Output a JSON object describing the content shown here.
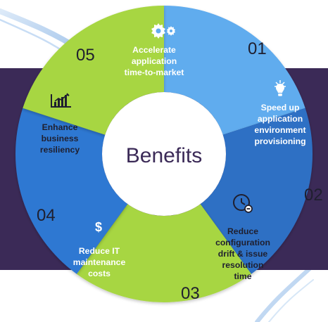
{
  "center": {
    "title": "Benefits"
  },
  "segments": [
    {
      "number": "01",
      "icon": "gears-icon",
      "lines": [
        "Accelerate",
        "application",
        "time-to-market"
      ],
      "color": "#61acee"
    },
    {
      "number": "02",
      "icon": "lightbulb-icon",
      "lines": [
        "Speed up",
        "application",
        "environment",
        "provisioning"
      ],
      "color": "#2e6fc4"
    },
    {
      "number": "03",
      "icon": "clock-icon",
      "lines": [
        "Reduce",
        "configuration",
        "drift & issue",
        "resolution",
        "time"
      ],
      "color": "#a7d642"
    },
    {
      "number": "04",
      "icon": "dollar-icon",
      "lines": [
        "Reduce IT",
        "maintenance",
        "costs"
      ],
      "color": "#2f78d2"
    },
    {
      "number": "05",
      "icon": "bar-chart-icon",
      "lines": [
        "Enhance",
        "business",
        "resiliency"
      ],
      "color": "#a7d642"
    }
  ],
  "colors": {
    "band": "#3b2a57",
    "center_text": "#3b2a57",
    "number_text": "#1f1f2f",
    "light_text": "#ffffff",
    "dark_text": "#1f1f2f"
  }
}
